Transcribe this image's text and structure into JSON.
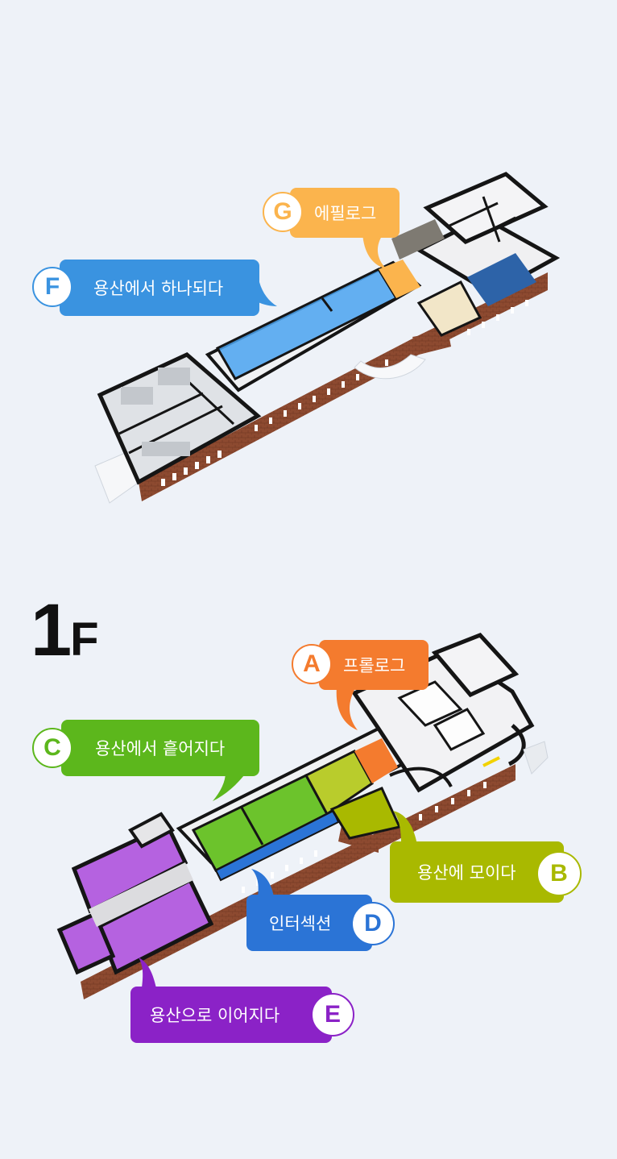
{
  "floor": {
    "number": "1",
    "suffix": "F"
  },
  "zones": [
    {
      "letter": "F",
      "label": "용산에서 하나되다",
      "color": "#3a93e0"
    },
    {
      "letter": "G",
      "label": "에필로그",
      "color": "#fbb44d"
    },
    {
      "letter": "A",
      "label": "프롤로그",
      "color": "#f47b2e"
    },
    {
      "letter": "C",
      "label": "용산에서 흩어지다",
      "color": "#5cb71c"
    },
    {
      "letter": "B",
      "label": "용산에 모이다",
      "color": "#a9b900"
    },
    {
      "letter": "D",
      "label": "인터섹션",
      "color": "#2b74d6"
    },
    {
      "letter": "E",
      "label": "용산으로 이어지다",
      "color": "#8b22c7"
    }
  ]
}
